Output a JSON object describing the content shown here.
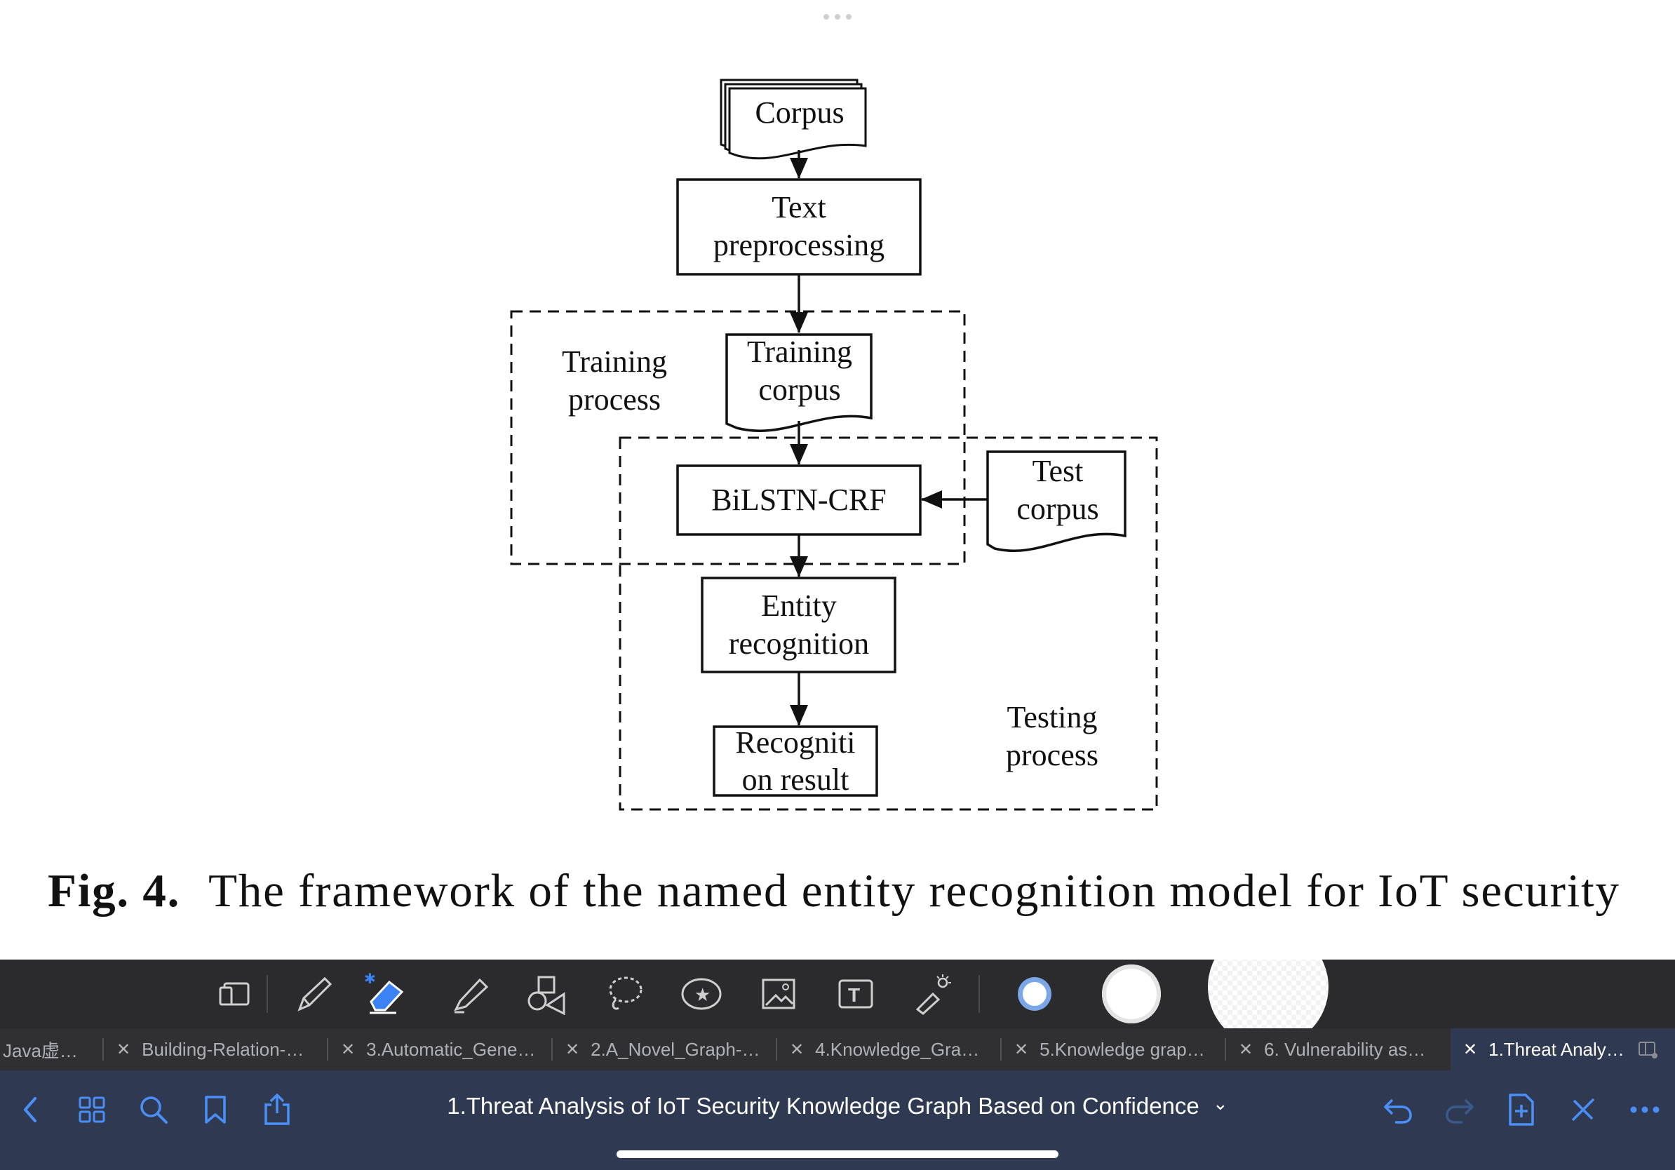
{
  "diagram": {
    "nodes": {
      "corpus": "Corpus",
      "text_pre_1": "Text",
      "text_pre_2": "preprocessing",
      "training_corpus_1": "Training",
      "training_corpus_2": "corpus",
      "bilstm": "BiLSTN-CRF",
      "test_corpus_1": "Test",
      "test_corpus_2": "corpus",
      "entity_1": "Entity",
      "entity_2": "recognition",
      "result_1": "Recogniti",
      "result_2": "on result"
    },
    "regions": {
      "training_1": "Training",
      "training_2": "process",
      "testing_1": "Testing",
      "testing_2": "process"
    },
    "caption": {
      "label": "Fig. 4.",
      "text": "The framework of the named entity recognition model for IoT security"
    }
  },
  "tools": [
    {
      "name": "page-view-icon"
    },
    {
      "name": "pen-icon"
    },
    {
      "name": "eraser-icon"
    },
    {
      "name": "highlighter-icon"
    },
    {
      "name": "shapes-icon"
    },
    {
      "name": "lasso-icon"
    },
    {
      "name": "sticker-icon"
    },
    {
      "name": "image-icon"
    },
    {
      "name": "text-box-icon"
    },
    {
      "name": "laser-pointer-icon"
    }
  ],
  "colors": {
    "accent": "#3b82f6",
    "selected_pen_ring": "#7ba7e8"
  },
  "tabs": [
    {
      "label": "Java虚…",
      "active": false
    },
    {
      "label": "Building-Relation-…",
      "active": false
    },
    {
      "label": "3.Automatic_Gene…",
      "active": false
    },
    {
      "label": "2.A_Novel_Graph-…",
      "active": false
    },
    {
      "label": "4.Knowledge_Gra…",
      "active": false
    },
    {
      "label": "5.Knowledge grap…",
      "active": false
    },
    {
      "label": "6. Vulnerability as…",
      "active": false
    },
    {
      "label": "1.Threat Analy…",
      "active": true
    }
  ],
  "document_title": "1.Threat Analysis of IoT Security Knowledge Graph Based on Confidence",
  "document_title_chevron": "⌄"
}
